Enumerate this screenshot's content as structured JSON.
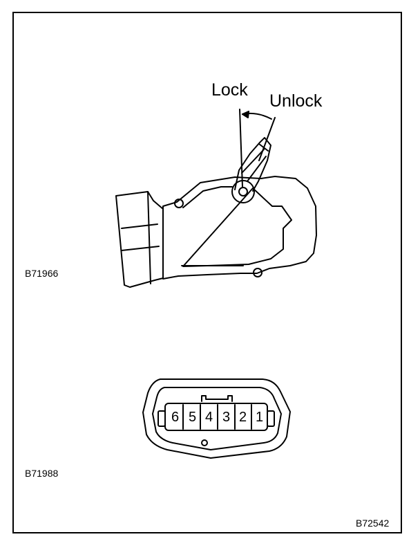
{
  "labels": {
    "lock": "Lock",
    "unlock": "Unlock"
  },
  "figure_codes": {
    "motor": "B71966",
    "connector": "B71988",
    "page": "B72542"
  },
  "connector_pins": [
    "6",
    "5",
    "4",
    "3",
    "2",
    "1"
  ]
}
